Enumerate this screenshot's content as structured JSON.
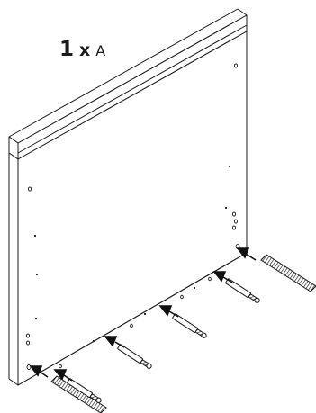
{
  "label": {
    "count": "1",
    "multiply": "x",
    "part": "A"
  },
  "colors": {
    "outline": "#1a1a1a",
    "panel_fill": "#ffffff",
    "rod_fill": "#2a2a2a",
    "arrow_fill": "#111111"
  },
  "parts": {
    "long_rods": 2,
    "short_bolts": 4,
    "arrows": 6
  }
}
